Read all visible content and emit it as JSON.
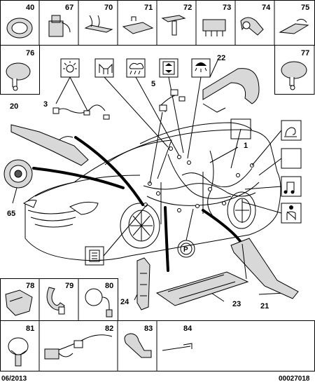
{
  "grid_top": [
    "40",
    "67",
    "70",
    "71",
    "72",
    "73",
    "74",
    "75"
  ],
  "grid_side": [
    "76",
    "77"
  ],
  "grid_bottom": [
    "78",
    "79",
    "80",
    "81",
    "82",
    "83",
    "84"
  ],
  "callouts": {
    "c1": "1",
    "c3": "3",
    "c5": "5",
    "c20": "20",
    "c21": "21",
    "c22": "22",
    "c23": "23",
    "c24": "24",
    "c65": "65"
  },
  "footer": {
    "date": "06/2013",
    "ref": "00027018"
  },
  "icons": [
    "lamp-icon",
    "seat-icon",
    "rain-icon",
    "mirror-icon",
    "dome-light-icon",
    "blank-box",
    "horn-icon",
    "blank-box",
    "music-icon",
    "seatbelt-icon",
    "parking-icon",
    "sensor-icon"
  ]
}
